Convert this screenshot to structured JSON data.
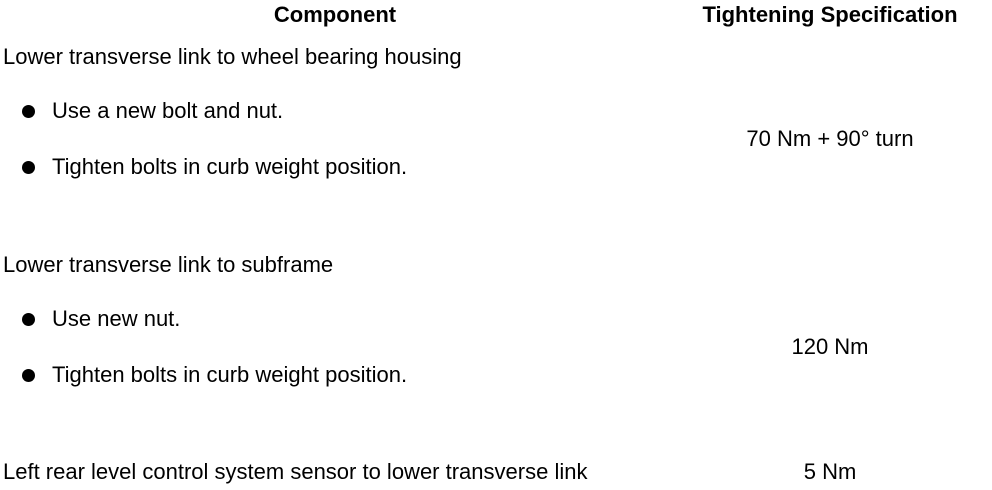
{
  "header": {
    "component": "Component",
    "spec": "Tightening Specification"
  },
  "rows": [
    {
      "component": "Lower transverse link to wheel bearing housing",
      "bullets": [
        "Use a new bolt and nut.",
        "Tighten bolts in curb weight position."
      ],
      "spec": "70 Nm + 90° turn"
    },
    {
      "component": "Lower transverse link to subframe",
      "bullets": [
        "Use new nut.",
        "Tighten bolts in curb weight position."
      ],
      "spec": "120 Nm"
    },
    {
      "component": "Left rear level control system sensor to lower transverse link",
      "bullets": [],
      "spec": "5 Nm"
    }
  ]
}
